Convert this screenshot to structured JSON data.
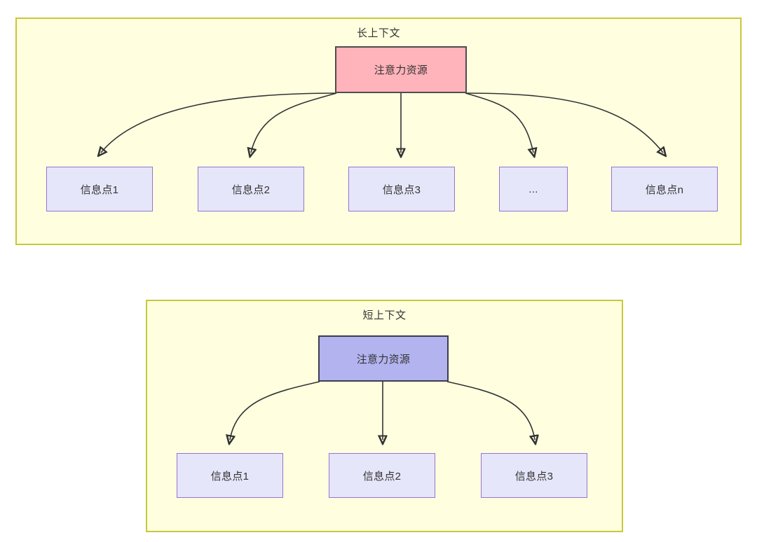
{
  "diagram": {
    "type": "flow-diagram",
    "background": "#ffffff",
    "palette": {
      "group_fill": "#ffffe0",
      "group_border": "#c8c83c",
      "root_long_fill": "#ffb3ba",
      "root_long_border": "#4d4d4d",
      "root_short_fill": "#b3b3f0",
      "root_short_border": "#3d3d4d",
      "leaf_fill": "#e6e6fa",
      "leaf_border": "#9673d3",
      "edge_stroke": "#333333",
      "text": "#333333"
    },
    "groups": [
      {
        "id": "long-context",
        "title": "长上下文",
        "root": {
          "label": "注意力资源"
        },
        "leaves": [
          {
            "label": "信息点1"
          },
          {
            "label": "信息点2"
          },
          {
            "label": "信息点3"
          },
          {
            "label": "..."
          },
          {
            "label": "信息点n"
          }
        ]
      },
      {
        "id": "short-context",
        "title": "短上下文",
        "root": {
          "label": "注意力资源"
        },
        "leaves": [
          {
            "label": "信息点1"
          },
          {
            "label": "信息点2"
          },
          {
            "label": "信息点3"
          }
        ]
      }
    ]
  }
}
